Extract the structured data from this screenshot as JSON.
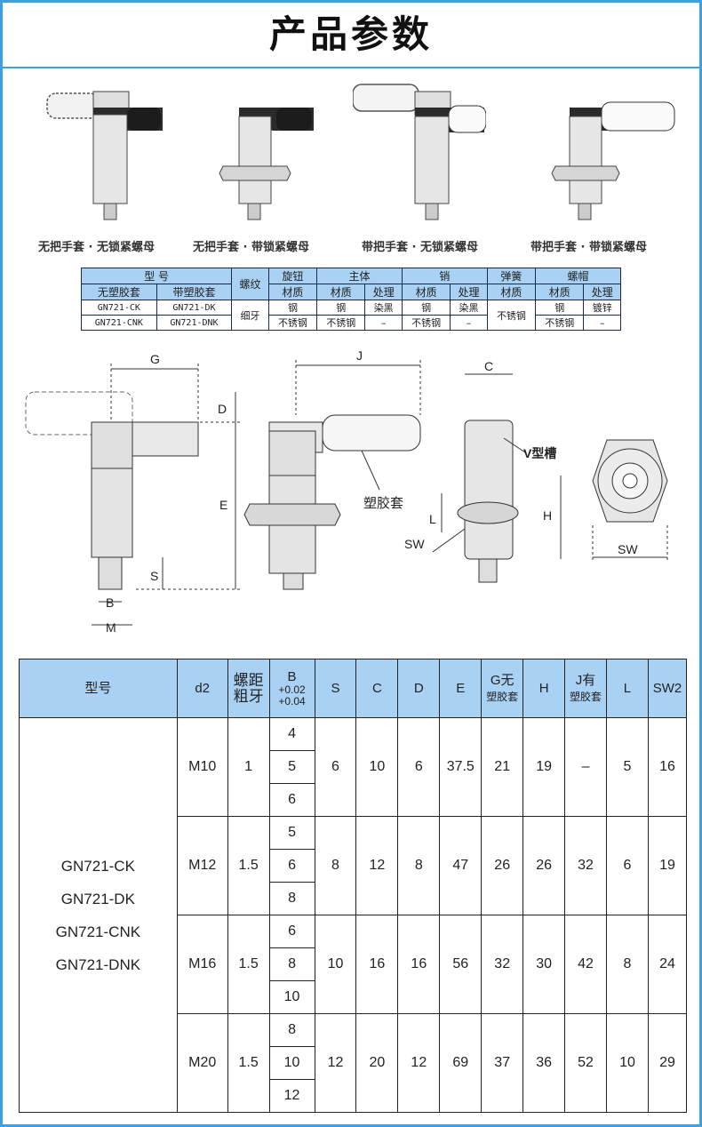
{
  "header": {
    "title": "产品参数"
  },
  "variants": [
    "无把手套 · 无锁紧螺母",
    "无把手套 · 带锁紧螺母",
    "带把手套 · 无锁紧螺母",
    "带把手套 · 带锁紧螺母"
  ],
  "materials_table": {
    "head1": {
      "model": "型 号",
      "thread": "螺纹",
      "knob": "旋钮",
      "body": "主体",
      "pin": "销",
      "spring": "弹簧",
      "cap": "螺帽"
    },
    "head2": {
      "no_cover": "无塑胶套",
      "with_cover": "带塑胶套",
      "material": "材质",
      "treatment": "处理"
    },
    "rows": [
      {
        "m1": "GN721-CK",
        "m2": "GN721-DK",
        "knob": "钢",
        "body_mat": "钢",
        "body_trt": "染黑",
        "pin_mat": "钢",
        "pin_trt": "染黑",
        "cap_mat": "钢",
        "cap_trt": "镀锌"
      },
      {
        "m1": "GN721-CNK",
        "m2": "GN721-DNK",
        "knob": "不锈钢",
        "body_mat": "不锈钢",
        "body_trt": "–",
        "pin_mat": "不锈钢",
        "pin_trt": "–",
        "cap_mat": "不锈钢",
        "cap_trt": "–"
      }
    ],
    "thread_value": "细牙",
    "spring_value": "不锈钢"
  },
  "drawing_labels": {
    "G": "G",
    "D": "D",
    "E": "E",
    "S": "S",
    "B": "B",
    "M": "M",
    "J": "J",
    "plastic_sleeve": "塑胶套",
    "SW": "SW",
    "C": "C",
    "v_groove": "V型槽",
    "H": "H",
    "L": "L",
    "SW_nut": "SW"
  },
  "spec_table": {
    "headers": {
      "model": "型号",
      "d2": "d2",
      "pitch_1": "螺距",
      "pitch_2": "粗牙",
      "B_1": "B",
      "B_2": "+0.02",
      "B_3": "+0.04",
      "S": "S",
      "C": "C",
      "D": "D",
      "E": "E",
      "G_1": "G无",
      "G_2": "塑胶套",
      "H": "H",
      "J_1": "J有",
      "J_2": "塑胶套",
      "L": "L",
      "SW2": "SW2"
    },
    "models": [
      "GN721-CK",
      "GN721-DK",
      "GN721-CNK",
      "GN721-DNK"
    ],
    "rows": [
      {
        "d2": "M10",
        "pitch": "1",
        "B": [
          "4",
          "5",
          "6"
        ],
        "S": "6",
        "C": "10",
        "D": "6",
        "E": "37.5",
        "G": "21",
        "H": "19",
        "J": "–",
        "L": "5",
        "SW2": "16"
      },
      {
        "d2": "M12",
        "pitch": "1.5",
        "B": [
          "5",
          "6",
          "8"
        ],
        "S": "8",
        "C": "12",
        "D": "8",
        "E": "47",
        "G": "26",
        "H": "26",
        "J": "32",
        "L": "6",
        "SW2": "19"
      },
      {
        "d2": "M16",
        "pitch": "1.5",
        "B": [
          "6",
          "8",
          "10"
        ],
        "S": "10",
        "C": "16",
        "D": "16",
        "E": "56",
        "G": "32",
        "H": "30",
        "J": "42",
        "L": "8",
        "SW2": "24"
      },
      {
        "d2": "M20",
        "pitch": "1.5",
        "B": [
          "8",
          "10",
          "12"
        ],
        "S": "12",
        "C": "20",
        "D": "12",
        "E": "69",
        "G": "37",
        "H": "36",
        "J": "52",
        "L": "10",
        "SW2": "29"
      }
    ]
  }
}
